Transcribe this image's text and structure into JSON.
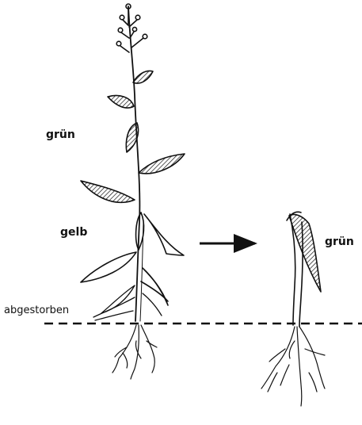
{
  "labels": {
    "green_top": "grün",
    "yellow": "gelb",
    "dead": "abgestorben",
    "green_regrowth": "grün"
  },
  "colors": {
    "ink": "#111111",
    "background": "#ffffff"
  }
}
